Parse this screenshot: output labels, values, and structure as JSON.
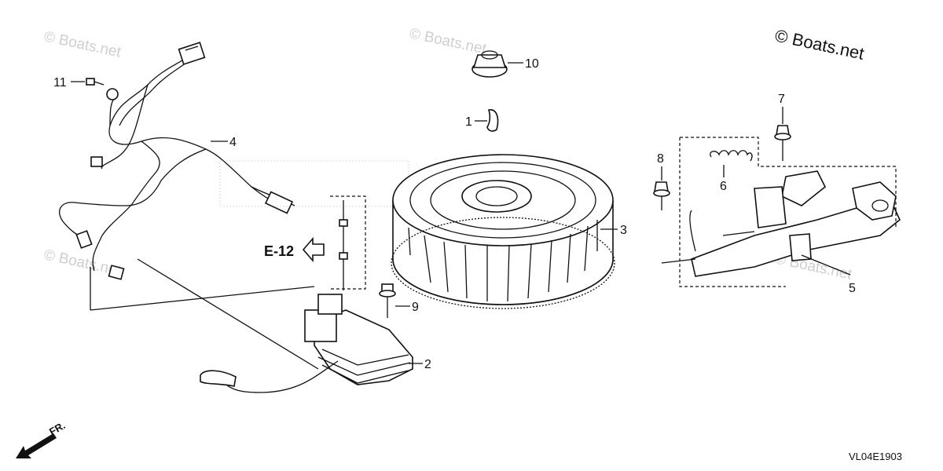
{
  "watermark": {
    "brand": "© Boats.net",
    "faint": "© Boats.net"
  },
  "diagram_code": "VL04E1903",
  "reference": {
    "label": "E-12"
  },
  "direction": {
    "label": "FR."
  },
  "callouts": [
    {
      "id": "1",
      "label": "1"
    },
    {
      "id": "2",
      "label": "2"
    },
    {
      "id": "3",
      "label": "3"
    },
    {
      "id": "4",
      "label": "4"
    },
    {
      "id": "5",
      "label": "5"
    },
    {
      "id": "6",
      "label": "6"
    },
    {
      "id": "7",
      "label": "7"
    },
    {
      "id": "8",
      "label": "8"
    },
    {
      "id": "9",
      "label": "9"
    },
    {
      "id": "10",
      "label": "10"
    },
    {
      "id": "11",
      "label": "11"
    }
  ]
}
